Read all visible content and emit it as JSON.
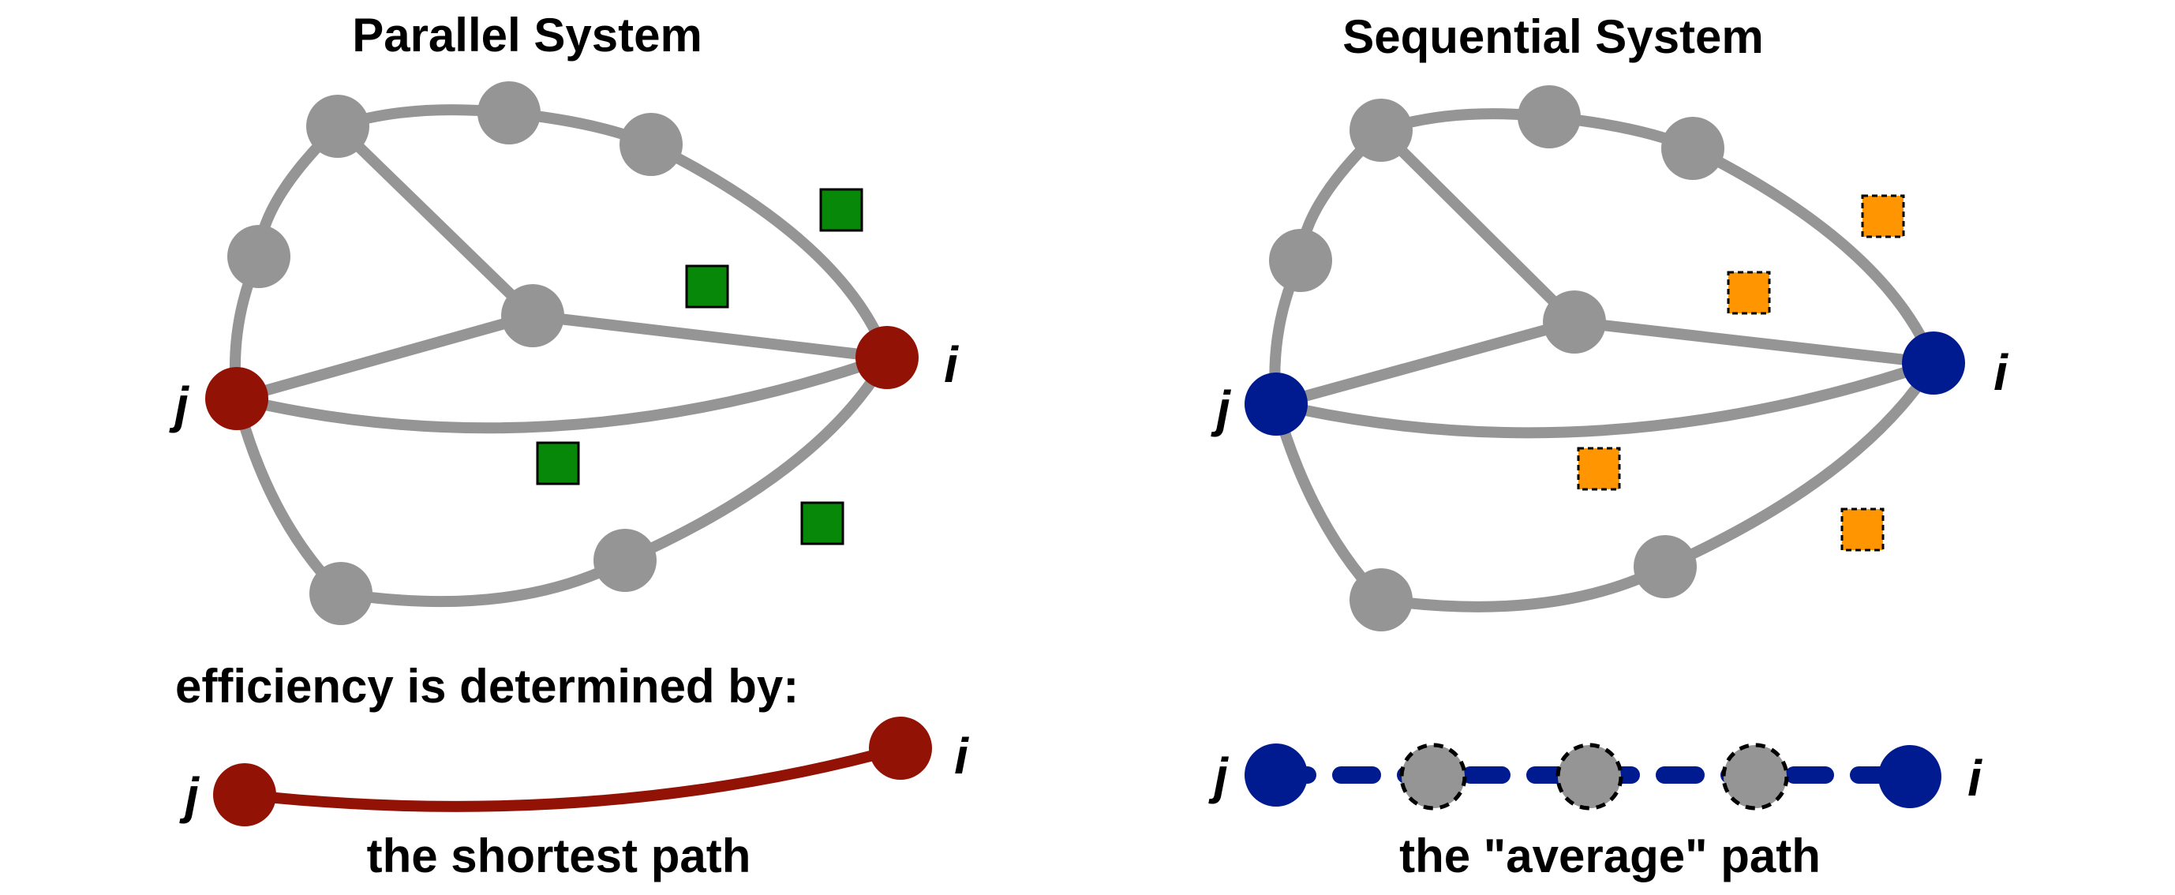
{
  "parallel": {
    "title": "Parallel System",
    "label_j": "j",
    "label_i": "i",
    "efficiency_text": "efficiency is determined by:",
    "path_label_j": "j",
    "path_label_i": "i",
    "caption": "the shortest path",
    "endpoint_color": "#921205",
    "square_color": "#088808"
  },
  "sequential": {
    "title": "Sequential System",
    "label_j": "j",
    "label_i": "i",
    "path_label_j": "j",
    "path_label_i": "i",
    "caption": "the \"average\" path",
    "endpoint_color": "#001a90",
    "square_color": "#ff9500"
  },
  "colors": {
    "node_gray": "#959595",
    "edge_gray": "#959595"
  }
}
